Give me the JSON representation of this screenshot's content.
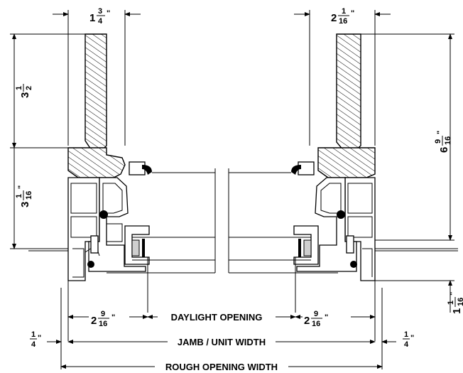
{
  "dimensions": {
    "top_left_width": {
      "whole": "1",
      "num": "3",
      "den": "4",
      "unit": "\""
    },
    "top_right_width": {
      "whole": "2",
      "num": "1",
      "den": "16",
      "unit": "\""
    },
    "left_upper_height": {
      "whole": "3",
      "num": "1",
      "den": "2",
      "unit": "\""
    },
    "left_lower_height": {
      "whole": "3",
      "num": "1",
      "den": "16",
      "unit": "\""
    },
    "right_height": {
      "whole": "6",
      "num": "9",
      "den": "16",
      "unit": "\""
    },
    "right_lower_height": {
      "whole": "1",
      "num": "1",
      "den": "16",
      "unit": "\""
    },
    "bottom_left_glass": {
      "whole": "2",
      "num": "9",
      "den": "16",
      "unit": "\""
    },
    "bottom_right_glass": {
      "whole": "2",
      "num": "9",
      "den": "16",
      "unit": "\""
    },
    "left_shim": {
      "num": "1",
      "den": "4",
      "unit": "\""
    },
    "right_shim": {
      "num": "1",
      "den": "4",
      "unit": "\""
    }
  },
  "labels": {
    "daylight_opening": "DAYLIGHT OPENING",
    "jamb_unit_width": "JAMB / UNIT WIDTH",
    "rough_opening_width": "ROUGH OPENING WIDTH"
  }
}
